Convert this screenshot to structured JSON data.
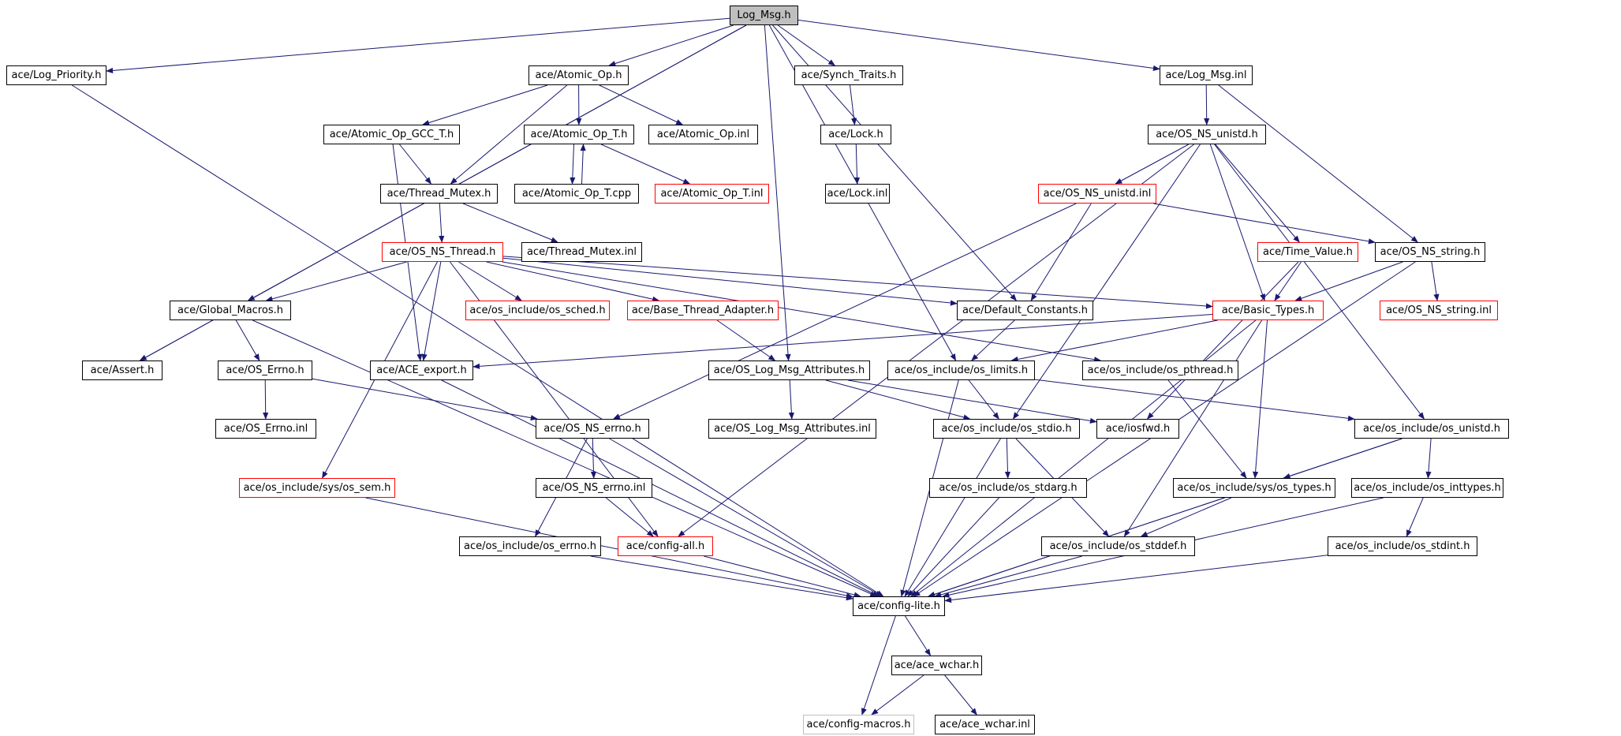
{
  "graph": {
    "colors": {
      "edge": "#191970",
      "border": "#000000",
      "incomplete": "#ff0000",
      "missing": "#bfbfbf",
      "root_fill": "#bfbfbf"
    },
    "nodes": [
      {
        "id": "n_log_msg_h",
        "label": "Log_Msg.h",
        "style": "root"
      },
      {
        "id": "n_log_priority_h",
        "label": "ace/Log_Priority.h",
        "style": "normal"
      },
      {
        "id": "n_atomic_op_h",
        "label": "ace/Atomic_Op.h",
        "style": "normal"
      },
      {
        "id": "n_synch_traits_h",
        "label": "ace/Synch_Traits.h",
        "style": "normal"
      },
      {
        "id": "n_log_msg_inl",
        "label": "ace/Log_Msg.inl",
        "style": "normal"
      },
      {
        "id": "n_atomic_op_gcc_t_h",
        "label": "ace/Atomic_Op_GCC_T.h",
        "style": "normal"
      },
      {
        "id": "n_atomic_op_t_h",
        "label": "ace/Atomic_Op_T.h",
        "style": "normal"
      },
      {
        "id": "n_atomic_op_inl",
        "label": "ace/Atomic_Op.inl",
        "style": "normal"
      },
      {
        "id": "n_lock_h",
        "label": "ace/Lock.h",
        "style": "normal"
      },
      {
        "id": "n_os_ns_unistd_h",
        "label": "ace/OS_NS_unistd.h",
        "style": "normal"
      },
      {
        "id": "n_thread_mutex_h",
        "label": "ace/Thread_Mutex.h",
        "style": "normal"
      },
      {
        "id": "n_atomic_op_t_cpp",
        "label": "ace/Atomic_Op_T.cpp",
        "style": "normal"
      },
      {
        "id": "n_atomic_op_t_inl",
        "label": "ace/Atomic_Op_T.inl",
        "style": "red"
      },
      {
        "id": "n_lock_inl",
        "label": "ace/Lock.inl",
        "style": "normal"
      },
      {
        "id": "n_os_ns_unistd_inl",
        "label": "ace/OS_NS_unistd.inl",
        "style": "red"
      },
      {
        "id": "n_os_ns_thread_h",
        "label": "ace/OS_NS_Thread.h",
        "style": "red"
      },
      {
        "id": "n_thread_mutex_inl",
        "label": "ace/Thread_Mutex.inl",
        "style": "normal"
      },
      {
        "id": "n_time_value_h",
        "label": "ace/Time_Value.h",
        "style": "red"
      },
      {
        "id": "n_os_ns_string_h",
        "label": "ace/OS_NS_string.h",
        "style": "normal"
      },
      {
        "id": "n_global_macros_h",
        "label": "ace/Global_Macros.h",
        "style": "normal"
      },
      {
        "id": "n_os_sched_h",
        "label": "ace/os_include/os_sched.h",
        "style": "red"
      },
      {
        "id": "n_base_thread_adapter_h",
        "label": "ace/Base_Thread_Adapter.h",
        "style": "red"
      },
      {
        "id": "n_default_constants_h",
        "label": "ace/Default_Constants.h",
        "style": "normal"
      },
      {
        "id": "n_basic_types_h",
        "label": "ace/Basic_Types.h",
        "style": "red"
      },
      {
        "id": "n_os_ns_string_inl",
        "label": "ace/OS_NS_string.inl",
        "style": "red"
      },
      {
        "id": "n_assert_h",
        "label": "ace/Assert.h",
        "style": "normal"
      },
      {
        "id": "n_os_errno_h",
        "label": "ace/OS_Errno.h",
        "style": "normal"
      },
      {
        "id": "n_ace_export_h",
        "label": "ace/ACE_export.h",
        "style": "normal"
      },
      {
        "id": "n_os_log_msg_attributes_h",
        "label": "ace/OS_Log_Msg_Attributes.h",
        "style": "normal"
      },
      {
        "id": "n_os_limits_h",
        "label": "ace/os_include/os_limits.h",
        "style": "normal"
      },
      {
        "id": "n_os_pthread_h",
        "label": "ace/os_include/os_pthread.h",
        "style": "normal"
      },
      {
        "id": "n_os_errno_inl",
        "label": "ace/OS_Errno.inl",
        "style": "normal"
      },
      {
        "id": "n_os_ns_errno_h",
        "label": "ace/OS_NS_errno.h",
        "style": "normal"
      },
      {
        "id": "n_os_log_msg_attributes_inl",
        "label": "ace/OS_Log_Msg_Attributes.inl",
        "style": "normal"
      },
      {
        "id": "n_os_stdio_h",
        "label": "ace/os_include/os_stdio.h",
        "style": "normal"
      },
      {
        "id": "n_iosfwd_h",
        "label": "ace/iosfwd.h",
        "style": "normal"
      },
      {
        "id": "n_os_unistd_h",
        "label": "ace/os_include/os_unistd.h",
        "style": "normal"
      },
      {
        "id": "n_os_sem_h",
        "label": "ace/os_include/sys/os_sem.h",
        "style": "red"
      },
      {
        "id": "n_os_ns_errno_inl",
        "label": "ace/OS_NS_errno.inl",
        "style": "normal"
      },
      {
        "id": "n_os_stdarg_h",
        "label": "ace/os_include/os_stdarg.h",
        "style": "normal"
      },
      {
        "id": "n_os_types_h",
        "label": "ace/os_include/sys/os_types.h",
        "style": "normal"
      },
      {
        "id": "n_os_inttypes_h",
        "label": "ace/os_include/os_inttypes.h",
        "style": "normal"
      },
      {
        "id": "n_os_errno_inc_h",
        "label": "ace/os_include/os_errno.h",
        "style": "normal"
      },
      {
        "id": "n_config_all_h",
        "label": "ace/config-all.h",
        "style": "red"
      },
      {
        "id": "n_os_stddef_h",
        "label": "ace/os_include/os_stddef.h",
        "style": "normal"
      },
      {
        "id": "n_os_stdint_h",
        "label": "ace/os_include/os_stdint.h",
        "style": "normal"
      },
      {
        "id": "n_config_lite_h",
        "label": "ace/config-lite.h",
        "style": "normal"
      },
      {
        "id": "n_ace_wchar_h",
        "label": "ace/ace_wchar.h",
        "style": "normal"
      },
      {
        "id": "n_config_macros_h",
        "label": "ace/config-macros.h",
        "style": "gray"
      },
      {
        "id": "n_ace_wchar_inl",
        "label": "ace/ace_wchar.inl",
        "style": "normal"
      }
    ],
    "edges": [
      [
        "n_log_msg_h",
        "n_log_priority_h"
      ],
      [
        "n_log_msg_h",
        "n_atomic_op_h"
      ],
      [
        "n_log_msg_h",
        "n_synch_traits_h"
      ],
      [
        "n_log_msg_h",
        "n_log_msg_inl"
      ],
      [
        "n_log_msg_h",
        "n_assert_h"
      ],
      [
        "n_log_msg_h",
        "n_global_macros_h"
      ],
      [
        "n_log_msg_h",
        "n_os_log_msg_attributes_h"
      ],
      [
        "n_log_msg_h",
        "n_default_constants_h"
      ],
      [
        "n_log_msg_h",
        "n_os_limits_h"
      ],
      [
        "n_log_priority_h",
        "n_config_lite_h"
      ],
      [
        "n_atomic_op_h",
        "n_atomic_op_gcc_t_h"
      ],
      [
        "n_atomic_op_h",
        "n_atomic_op_t_h"
      ],
      [
        "n_atomic_op_h",
        "n_atomic_op_inl"
      ],
      [
        "n_atomic_op_h",
        "n_thread_mutex_h"
      ],
      [
        "n_atomic_op_gcc_t_h",
        "n_thread_mutex_h"
      ],
      [
        "n_atomic_op_gcc_t_h",
        "n_ace_export_h"
      ],
      [
        "n_atomic_op_t_h",
        "n_atomic_op_t_cpp"
      ],
      [
        "n_atomic_op_t_cpp",
        "n_atomic_op_t_h"
      ],
      [
        "n_atomic_op_t_h",
        "n_atomic_op_t_inl"
      ],
      [
        "n_synch_traits_h",
        "n_lock_h"
      ],
      [
        "n_lock_h",
        "n_lock_inl"
      ],
      [
        "n_log_msg_inl",
        "n_os_ns_unistd_h"
      ],
      [
        "n_log_msg_inl",
        "n_os_ns_string_h"
      ],
      [
        "n_os_ns_unistd_h",
        "n_os_ns_unistd_inl"
      ],
      [
        "n_os_ns_unistd_h",
        "n_time_value_h"
      ],
      [
        "n_os_ns_unistd_h",
        "n_basic_types_h"
      ],
      [
        "n_os_ns_unistd_h",
        "n_os_stdio_h"
      ],
      [
        "n_os_ns_unistd_h",
        "n_os_unistd_h"
      ],
      [
        "n_os_ns_unistd_h",
        "n_config_all_h"
      ],
      [
        "n_os_ns_unistd_inl",
        "n_default_constants_h"
      ],
      [
        "n_os_ns_unistd_inl",
        "n_os_ns_string_h"
      ],
      [
        "n_os_ns_unistd_inl",
        "n_os_ns_errno_h"
      ],
      [
        "n_thread_mutex_h",
        "n_os_ns_thread_h"
      ],
      [
        "n_thread_mutex_h",
        "n_thread_mutex_inl"
      ],
      [
        "n_os_ns_thread_h",
        "n_global_macros_h"
      ],
      [
        "n_os_ns_thread_h",
        "n_os_sched_h"
      ],
      [
        "n_os_ns_thread_h",
        "n_base_thread_adapter_h"
      ],
      [
        "n_os_ns_thread_h",
        "n_default_constants_h"
      ],
      [
        "n_os_ns_thread_h",
        "n_basic_types_h"
      ],
      [
        "n_os_ns_thread_h",
        "n_ace_export_h"
      ],
      [
        "n_os_ns_thread_h",
        "n_os_pthread_h"
      ],
      [
        "n_os_ns_thread_h",
        "n_os_sem_h"
      ],
      [
        "n_os_ns_thread_h",
        "n_config_all_h"
      ],
      [
        "n_base_thread_adapter_h",
        "n_os_log_msg_attributes_h"
      ],
      [
        "n_time_value_h",
        "n_basic_types_h"
      ],
      [
        "n_time_value_h",
        "n_iosfwd_h"
      ],
      [
        "n_os_ns_string_h",
        "n_basic_types_h"
      ],
      [
        "n_os_ns_string_h",
        "n_os_ns_string_inl"
      ],
      [
        "n_os_ns_string_h",
        "n_config_lite_h"
      ],
      [
        "n_global_macros_h",
        "n_assert_h"
      ],
      [
        "n_global_macros_h",
        "n_os_errno_h"
      ],
      [
        "n_global_macros_h",
        "n_config_lite_h"
      ],
      [
        "n_default_constants_h",
        "n_os_limits_h"
      ],
      [
        "n_basic_types_h",
        "n_ace_export_h"
      ],
      [
        "n_basic_types_h",
        "n_os_limits_h"
      ],
      [
        "n_basic_types_h",
        "n_os_types_h"
      ],
      [
        "n_basic_types_h",
        "n_os_stddef_h"
      ],
      [
        "n_basic_types_h",
        "n_config_lite_h"
      ],
      [
        "n_os_errno_h",
        "n_os_errno_inl"
      ],
      [
        "n_os_errno_h",
        "n_os_ns_errno_h"
      ],
      [
        "n_ace_export_h",
        "n_config_lite_h"
      ],
      [
        "n_os_log_msg_attributes_h",
        "n_os_log_msg_attributes_inl"
      ],
      [
        "n_os_log_msg_attributes_h",
        "n_os_stdio_h"
      ],
      [
        "n_os_log_msg_attributes_h",
        "n_iosfwd_h"
      ],
      [
        "n_os_limits_h",
        "n_os_stdio_h"
      ],
      [
        "n_os_limits_h",
        "n_os_unistd_h"
      ],
      [
        "n_os_limits_h",
        "n_config_lite_h"
      ],
      [
        "n_os_pthread_h",
        "n_os_types_h"
      ],
      [
        "n_os_ns_errno_h",
        "n_os_ns_errno_inl"
      ],
      [
        "n_os_ns_errno_h",
        "n_os_errno_inc_h"
      ],
      [
        "n_os_ns_errno_h",
        "n_config_lite_h"
      ],
      [
        "n_os_stdio_h",
        "n_os_stdarg_h"
      ],
      [
        "n_os_stdio_h",
        "n_os_stddef_h"
      ],
      [
        "n_os_stdio_h",
        "n_config_lite_h"
      ],
      [
        "n_os_unistd_h",
        "n_os_types_h"
      ],
      [
        "n_os_unistd_h",
        "n_os_inttypes_h"
      ],
      [
        "n_os_unistd_h",
        "n_config_lite_h"
      ],
      [
        "n_os_sem_h",
        "n_config_lite_h"
      ],
      [
        "n_os_ns_errno_inl",
        "n_config_all_h"
      ],
      [
        "n_os_stdarg_h",
        "n_config_lite_h"
      ],
      [
        "n_os_types_h",
        "n_os_stddef_h"
      ],
      [
        "n_os_types_h",
        "n_config_lite_h"
      ],
      [
        "n_os_inttypes_h",
        "n_os_stdint_h"
      ],
      [
        "n_os_inttypes_h",
        "n_config_lite_h"
      ],
      [
        "n_os_errno_inc_h",
        "n_config_lite_h"
      ],
      [
        "n_config_all_h",
        "n_config_lite_h"
      ],
      [
        "n_os_stddef_h",
        "n_config_lite_h"
      ],
      [
        "n_os_stdint_h",
        "n_config_lite_h"
      ],
      [
        "n_config_lite_h",
        "n_ace_wchar_h"
      ],
      [
        "n_config_lite_h",
        "n_config_macros_h"
      ],
      [
        "n_ace_wchar_h",
        "n_config_macros_h"
      ],
      [
        "n_ace_wchar_h",
        "n_ace_wchar_inl"
      ]
    ]
  }
}
